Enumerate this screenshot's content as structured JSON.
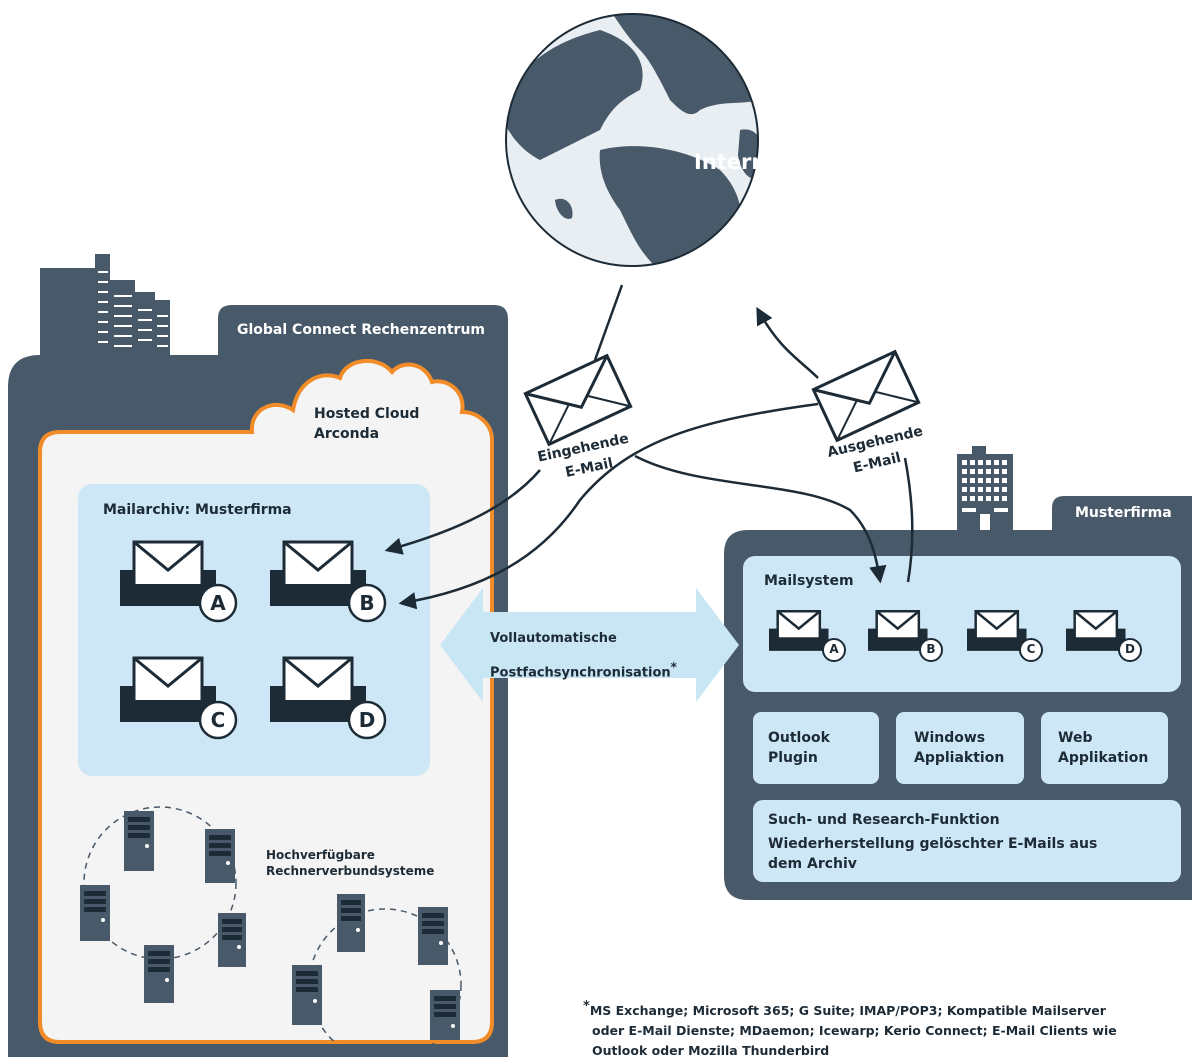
{
  "globe": {
    "label": "Internet"
  },
  "left_center": {
    "tab_label": "Global Connect Rechenzentrum",
    "cloud_label_line1": "Hosted Cloud",
    "cloud_label_line2": "Arconda",
    "archive_title": "Mailarchiv: Musterfirma",
    "mailboxes": [
      "A",
      "B",
      "C",
      "D"
    ],
    "cluster_label_line1": "Hochverfügbare",
    "cluster_label_line2": "Rechnerverbundsysteme"
  },
  "incoming": {
    "line1": "Eingehende",
    "line2": "E-Mail"
  },
  "outgoing": {
    "line1": "Ausgehende",
    "line2": "E-Mail"
  },
  "sync": {
    "line1": "Vollautomatische",
    "line2": "Postfachsynchronisation",
    "mark": "*"
  },
  "company": {
    "tab_label": "Musterfirma",
    "mailsystem_title": "Mailsystem",
    "mailboxes": [
      "A",
      "B",
      "C",
      "D"
    ],
    "modules": [
      {
        "line1": "Outlook",
        "line2": "Plugin"
      },
      {
        "line1": "Windows",
        "line2": "Appliaktion"
      },
      {
        "line1": "Web",
        "line2": "Applikation"
      }
    ],
    "features_line1": "Such- und Research-Funktion",
    "features_line2": "Wiederherstellung gelöschter E-Mails aus",
    "features_line3": "dem Archiv"
  },
  "footnote": {
    "mark": "*",
    "line1": "MS Exchange; Microsoft 365; G Suite; IMAP/POP3; Kompatible Mailserver",
    "line2": "oder E-Mail Dienste; MDaemon; Icewarp; Kerio Connect; E-Mail Clients wie",
    "line3": "Outlook oder Mozilla Thunderbird"
  },
  "colors": {
    "slate": "#48596a",
    "light_blue": "#cde7f6",
    "sync_arrow": "#c9e6f5",
    "orange": "#f28c28",
    "panel_bg": "#f4f4f4",
    "globe_ocean": "#e8eef2",
    "globe_land": "#48596a",
    "ink": "#1d2b36"
  }
}
